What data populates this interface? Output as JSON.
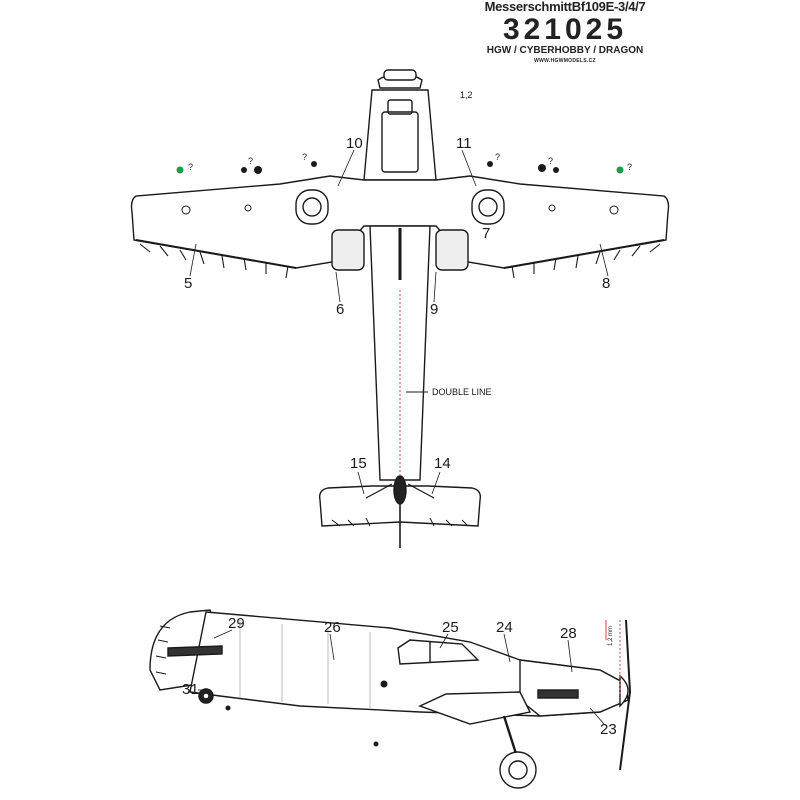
{
  "header": {
    "model": "MesserschmittBf109E-3/4/7",
    "code": "321025",
    "maker": "HGW / CYBERHOBBY / DRAGON",
    "website": "WWW.HGWMODELS.CZ"
  },
  "labels": {
    "scale": "1,2",
    "double_line": "DOUBLE LINE",
    "question": "?",
    "dimension": "1,2 mm",
    "n5": "5",
    "n6": "6",
    "n7": "7",
    "n8": "8",
    "n9": "9",
    "n10": "10",
    "n11": "11",
    "n14": "14",
    "n15": "15",
    "n23": "23",
    "n24": "24",
    "n25": "25",
    "n26": "26",
    "n28": "28",
    "n29": "29",
    "n31": "31"
  },
  "colors": {
    "outline": "#1a1a1a",
    "stencil_green": "#1e9a4a",
    "stencil_red": "#d94040",
    "panel_lines": "#9aa0a8"
  }
}
